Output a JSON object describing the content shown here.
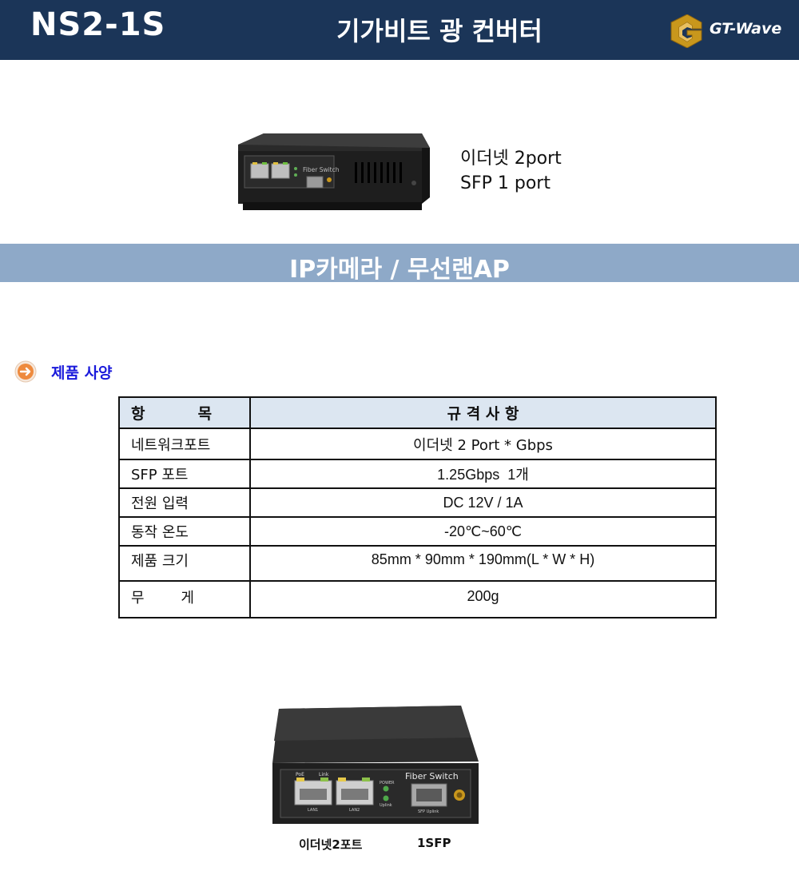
{
  "header": {
    "model": "NS2-1S",
    "title": "기가비트 광 컨버터",
    "logo_text": "GT-Wave"
  },
  "product": {
    "features": [
      "이더넷 2port",
      "SFP 1 port"
    ],
    "device_labels": {
      "brand_label": "Fiber Switch",
      "poe": "PoE",
      "link": "Link",
      "power": "POWER",
      "uplink": "Uplink",
      "lan1": "LAN1",
      "lan2": "LAN2",
      "sfp": "SFP Uplink"
    }
  },
  "banner": {
    "text": "IP카메라 / 무선랜AP"
  },
  "spec": {
    "heading": "제품 사양",
    "header": [
      "항          목",
      "규 격 사 항"
    ],
    "rows": [
      {
        "item": "네트워크포트",
        "value": "이더넷 2 Port * Gbps"
      },
      {
        "item": "SFP 포트",
        "value": "1.25Gbps  1개"
      },
      {
        "item": "전원 입력",
        "value": "DC 12V / 1A"
      },
      {
        "item": "동작 온도",
        "value": "-20℃~60℃"
      },
      {
        "item": "제품 크기",
        "value": "85mm * 90mm * 190mm(L * W * H)"
      },
      {
        "item": "무        게",
        "value": "200g"
      }
    ]
  },
  "bottom_captions": {
    "ethernet": "이더넷2포트",
    "sfp": "1SFP"
  },
  "colors": {
    "header_bg": "#1b3558",
    "banner_bg": "#8ea9c8",
    "heading_blue": "#1a1adb",
    "table_header_bg": "#dce6f1",
    "logo_gold": "#c9971c"
  }
}
